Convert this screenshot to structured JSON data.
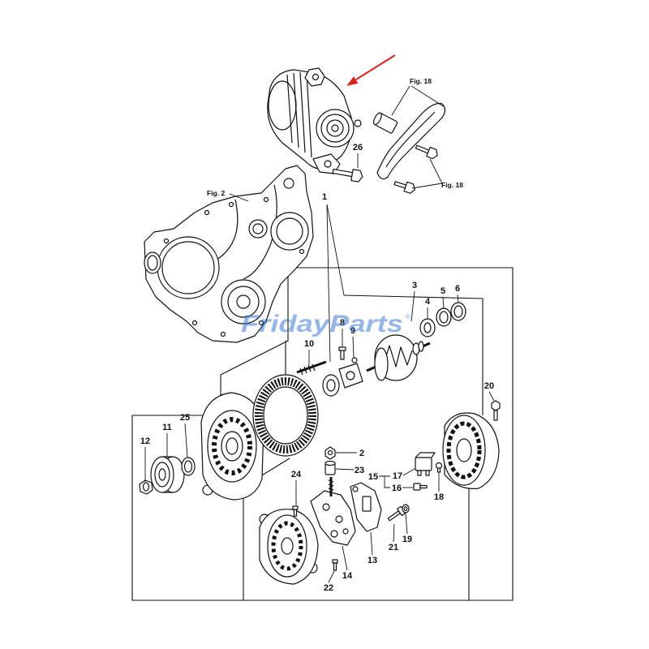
{
  "figure_refs": {
    "belt_top": "Fig. 18",
    "belt_bottom": "Fig. 18",
    "gear_case": "Fig. 2"
  },
  "callouts": [
    "26",
    "1",
    "3",
    "4",
    "5",
    "6",
    "8",
    "9",
    "10",
    "20",
    "25",
    "11",
    "12",
    "2",
    "23",
    "24",
    "15",
    "17",
    "16",
    "18",
    "21",
    "19",
    "13",
    "14",
    "22"
  ],
  "watermark": {
    "brand": "FridayParts",
    "reg": "®"
  },
  "colors": {
    "line": "#111111",
    "arrow": "#d9231f",
    "watermark": "#2f6fd1"
  }
}
